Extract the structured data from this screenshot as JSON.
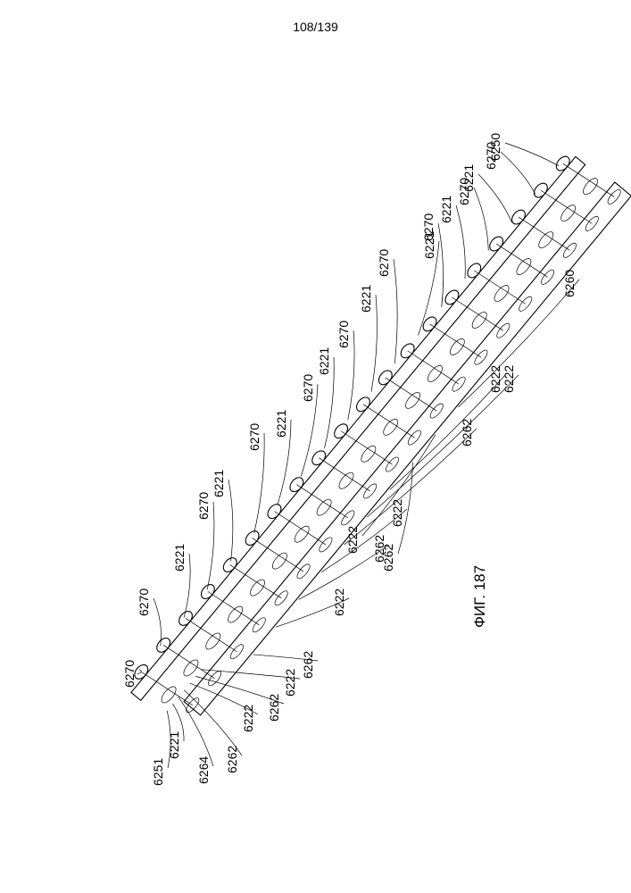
{
  "page_number": "108/139",
  "figure_caption": "ФИГ. 187",
  "reference_labels": {
    "top": [
      "6270",
      "6270",
      "6221",
      "6270",
      "6221",
      "6270",
      "6221",
      "6270",
      "6221",
      "6270",
      "6221",
      "6270",
      "6221",
      "6270",
      "6221",
      "6270",
      "6221",
      "6270",
      "6250"
    ],
    "left_end": [
      "6251",
      "6221",
      "6264",
      "6262",
      "6222",
      "6262",
      "6222"
    ],
    "bottom": [
      "6262",
      "6222",
      "6262",
      "6222",
      "6262",
      "6222",
      "6222",
      "6262",
      "6222",
      "6260"
    ]
  }
}
